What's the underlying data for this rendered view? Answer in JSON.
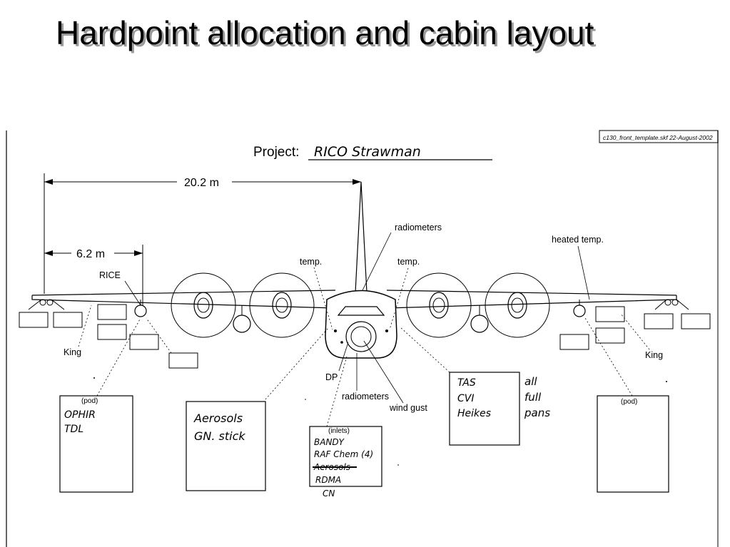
{
  "title": "Hardpoint allocation and cabin layout",
  "drawing": {
    "template_ref": "c130_front_template.skf  22-August-2002",
    "project_label": "Project:",
    "project_name": "RICO Strawman",
    "dims": {
      "span": "20.2 m",
      "inner": "6.2 m"
    },
    "labels": {
      "radiometers_top": "radiometers",
      "heated_temp": "heated temp.",
      "temp_left": "temp.",
      "temp_right": "temp.",
      "rice": "RICE",
      "king_left": "King",
      "king_right": "King",
      "dp": "DP",
      "radiometers_bottom": "radiometers",
      "wind_gust": "wind gust"
    },
    "boxes": {
      "pod_left": {
        "caption": "(pod)",
        "lines": [
          "OPHIR",
          "TDL"
        ]
      },
      "aerosols": {
        "lines": [
          "Aerosols",
          "GN. stick"
        ]
      },
      "inlets": {
        "caption": "(inlets)",
        "lines": [
          "BANDY",
          "RAF Chem (4)",
          "Aerosols",
          "RDMA",
          "CN"
        ]
      },
      "tas": {
        "lines": [
          "TAS",
          "CVI",
          "Heikes"
        ]
      },
      "pod_right": {
        "caption": "(pod)"
      }
    },
    "margin_note": [
      "all",
      "full",
      "pans"
    ]
  }
}
